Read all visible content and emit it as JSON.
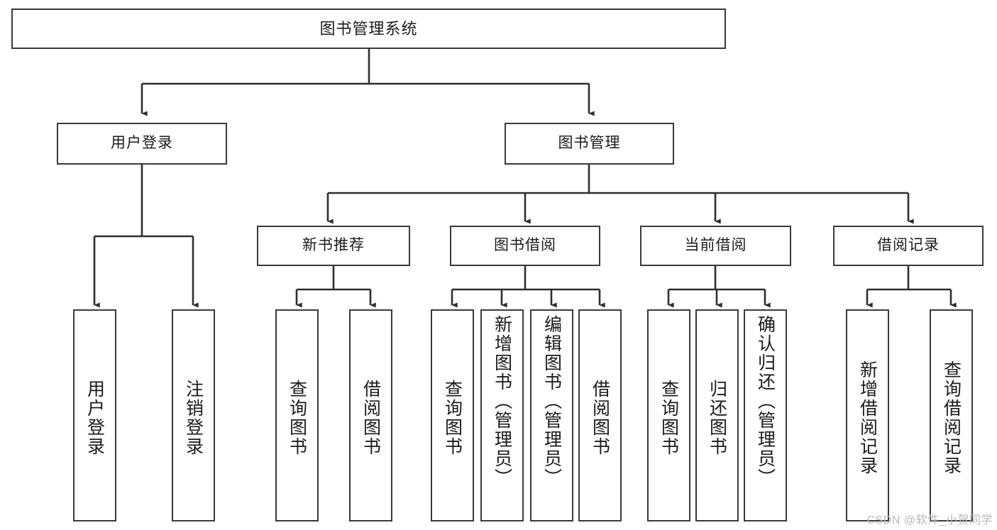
{
  "diagram": {
    "title": "图书管理系统",
    "watermark": "CSDN @软件_小贺同学",
    "stroke_color": "#3a3a3a",
    "text_color": "#1b1b1b",
    "background": "#ffffff"
  },
  "nodes": {
    "root": {
      "label": "图书管理系统"
    },
    "level1": [
      {
        "label": "用户登录"
      },
      {
        "label": "图书管理"
      }
    ],
    "level2": [
      {
        "label": "新书推荐"
      },
      {
        "label": "图书借阅"
      },
      {
        "label": "当前借阅"
      },
      {
        "label": "借阅记录"
      }
    ],
    "leaves": {
      "user_login": [
        {
          "label": "用户登录"
        },
        {
          "label": "注销登录"
        }
      ],
      "new_book": [
        {
          "label": "查询图书"
        },
        {
          "label": "借阅图书"
        }
      ],
      "borrow_book": [
        {
          "label": "查询图书"
        },
        {
          "label": "新增图书（管理员）"
        },
        {
          "label": "编辑图书（管理员）"
        },
        {
          "label": "借阅图书"
        }
      ],
      "current_borrow": [
        {
          "label": "查询图书"
        },
        {
          "label": "归还图书"
        },
        {
          "label": "确认归还（管理员）"
        }
      ],
      "borrow_record": [
        {
          "label": "新增借阅记录"
        },
        {
          "label": "查询借阅记录"
        }
      ]
    }
  }
}
